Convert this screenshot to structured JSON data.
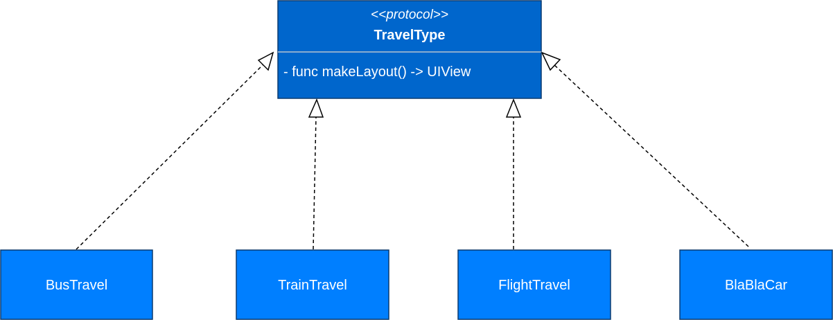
{
  "protocol": {
    "stereotype": "<<protocol>>",
    "name": "TravelType",
    "method": "- func makeLayout() -> UIView",
    "fill_color": "#0066CC",
    "border_color": "#0B3A6E",
    "divider_color": "#B8C4D0"
  },
  "classes": [
    {
      "name": "BusTravel"
    },
    {
      "name": "TrainTravel"
    },
    {
      "name": "FlightTravel"
    },
    {
      "name": "BlaBlaCar"
    }
  ],
  "class_style": {
    "fill_color": "#007FFF",
    "border_color": "#0B3A6E"
  },
  "relationship": {
    "type": "realization",
    "line_style": "dashed",
    "arrowhead": "hollow-triangle",
    "line_color": "#000000"
  }
}
